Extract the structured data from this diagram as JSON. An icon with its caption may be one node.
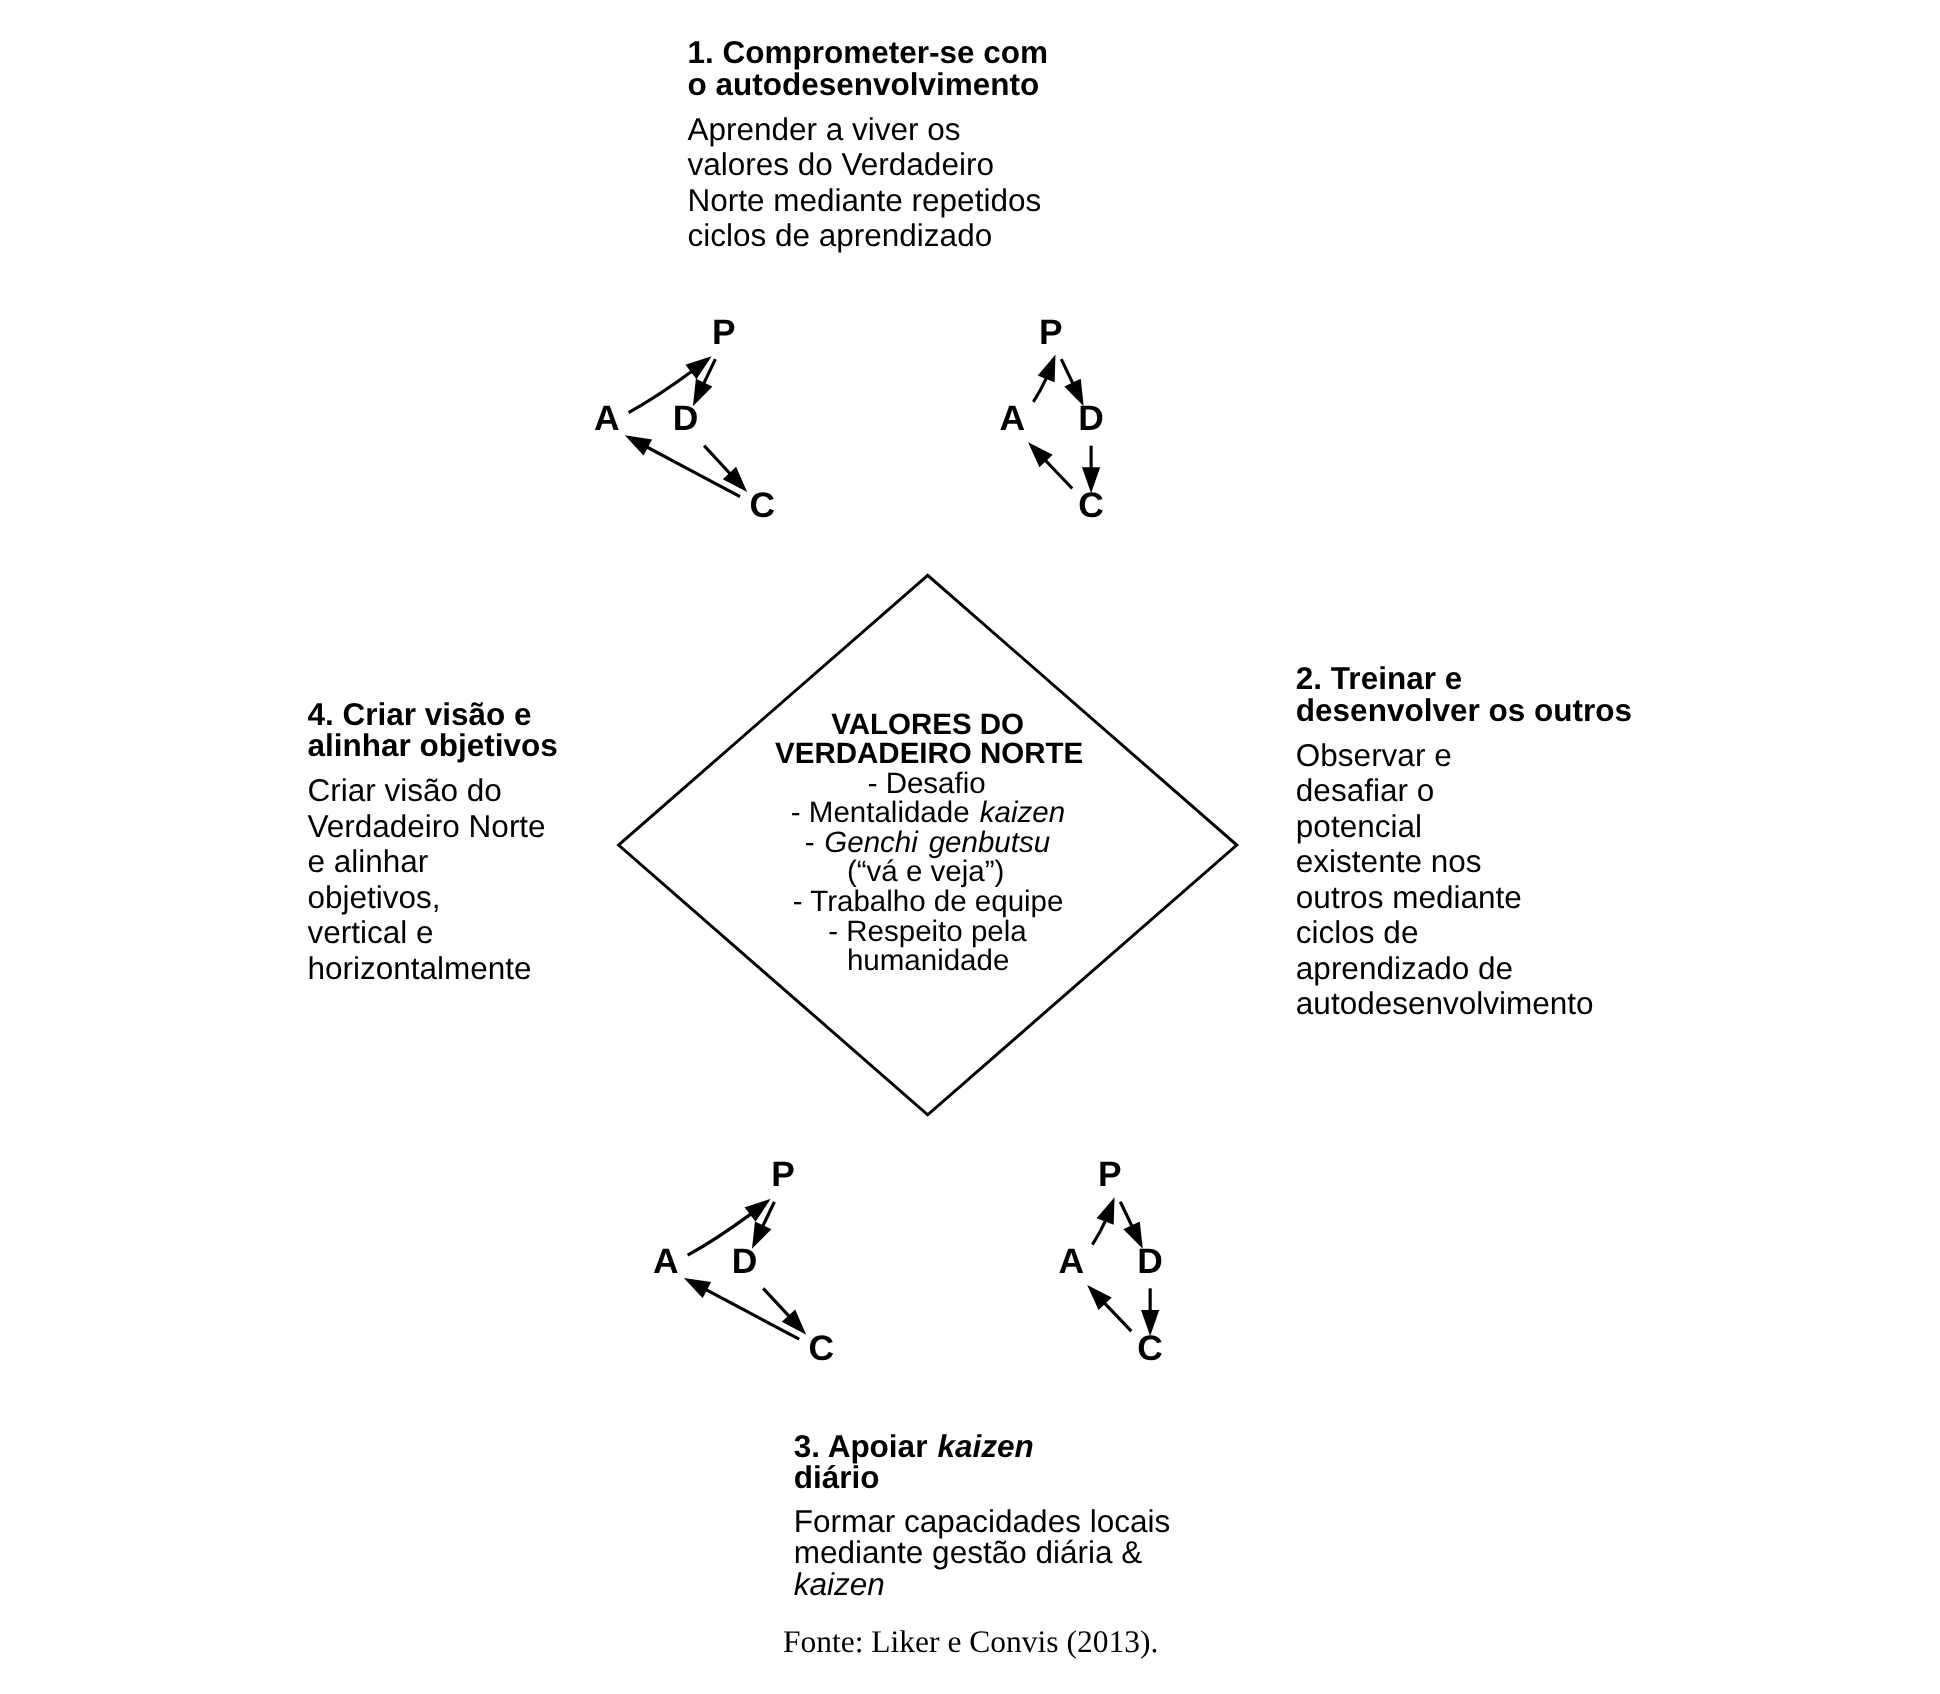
{
  "diagram": {
    "caption": "Fonte: Liker e Convis (2013).",
    "nodes": [
      {
        "text": [
          "VALORES DO VERDADEIRO NORTE",
          "- Desafio",
          "- Mentalidade *kaizen*",
          "- *Genchi genbutsu* (“vá e veja”)",
          "- Trabalho de equipe",
          "- Respeito pela humanidade"
        ]
      },
      {
        "text": [
          "P"
        ]
      },
      {
        "text": [
          "D"
        ]
      },
      {
        "text": [
          "C"
        ]
      },
      {
        "text": [
          "A"
        ]
      },
      {
        "text": [
          "P"
        ]
      },
      {
        "text": [
          "D"
        ]
      },
      {
        "text": [
          "C"
        ]
      },
      {
        "text": [
          "A"
        ]
      },
      {
        "text": [
          "P"
        ]
      },
      {
        "text": [
          "D"
        ]
      },
      {
        "text": [
          "C"
        ]
      },
      {
        "text": [
          "A"
        ]
      },
      {
        "text": [
          "P"
        ]
      },
      {
        "text": [
          "D"
        ]
      },
      {
        "text": [
          "C"
        ]
      },
      {
        "text": [
          "A"
        ]
      }
    ],
    "edges": [
      {
        "from": 1,
        "to": 2,
        "arrow": "to"
      },
      {
        "from": 2,
        "to": 3,
        "arrow": "to"
      },
      {
        "from": 3,
        "to": 4,
        "arrow": "to"
      },
      {
        "from": 4,
        "to": 1,
        "arrow": "to"
      },
      {
        "from": 5,
        "to": 6,
        "arrow": "to"
      },
      {
        "from": 6,
        "to": 7,
        "arrow": "to"
      },
      {
        "from": 7,
        "to": 8,
        "arrow": "to"
      },
      {
        "from": 8,
        "to": 5,
        "arrow": "to"
      },
      {
        "from": 9,
        "to": 10,
        "arrow": "to"
      },
      {
        "from": 10,
        "to": 11,
        "arrow": "to"
      },
      {
        "from": 11,
        "to": 12,
        "arrow": "to"
      },
      {
        "from": 12,
        "to": 9,
        "arrow": "to"
      },
      {
        "from": 13,
        "to": 14,
        "arrow": "to"
      },
      {
        "from": 14,
        "to": 15,
        "arrow": "to"
      },
      {
        "from": 15,
        "to": 16,
        "arrow": "to"
      },
      {
        "from": 16,
        "to": 13,
        "arrow": "to"
      }
    ],
    "labels": [
      "1. Comprometer-se com o autodesenvolvimento",
      "Aprender a viver os valores do Verdadeiro Norte mediante repetidos ciclos de aprendizado",
      "2. Treinar e desenvolver os outros",
      "Observar e desafiar o potencial existente nos outros mediante ciclos de aprendizado de autodesenvolvimento",
      "4. Criar visão e alinhar objetivos",
      "Criar visão do Verdadeiro Norte e alinhar objetivos, vertical e horizontalmente",
      "3. Apoiar *kaizen* diário",
      "Formar capacidades locais mediante gestão diária & *kaizen*"
    ]
  }
}
